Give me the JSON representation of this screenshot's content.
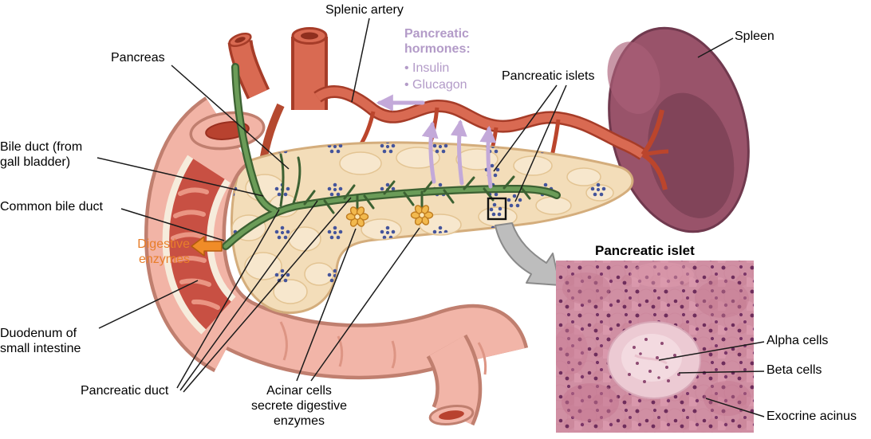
{
  "figure": {
    "type": "anatomical-diagram",
    "subject": "Pancreas and surrounding organs",
    "labels": {
      "splenic_artery": "Splenic artery",
      "pancreas": "Pancreas",
      "hormones_heading": "Pancreatic\nhormones:",
      "hormone_items": [
        "• Insulin",
        "• Glucagon"
      ],
      "pancreatic_islets": "Pancreatic islets",
      "spleen": "Spleen",
      "bile_duct": "Bile duct (from\ngall bladder)",
      "common_bile_duct": "Common bile duct",
      "digestive_enzymes": "Digestive\nenzymes",
      "duodenum": "Duodenum of\nsmall intestine",
      "pancreatic_duct": "Pancreatic duct",
      "acinar_cells": "Acinar cells\nsecrete digestive\nenzymes",
      "inset_title": "Pancreatic islet",
      "alpha_cells": "Alpha cells",
      "beta_cells": "Beta cells",
      "exocrine_acinus": "Exocrine acinus"
    },
    "colors": {
      "hormone_text": "#b39bc8",
      "enzyme_text": "#e87e2a",
      "label_text": "#000000",
      "artery_red": "#d96a52",
      "duodenum_pink": "#f2b4a6",
      "duodenum_interior": "#c85043",
      "pancreas_cream": "#f3ddb9",
      "spleen_maroon": "#99536a",
      "duct_green": "#6b9c58",
      "islet_blue": "#44549b",
      "acinar_orange": "#f2b94e",
      "hormone_arrow_purple": "#c3a9d9",
      "histology_pink": "#d08fa3"
    }
  }
}
